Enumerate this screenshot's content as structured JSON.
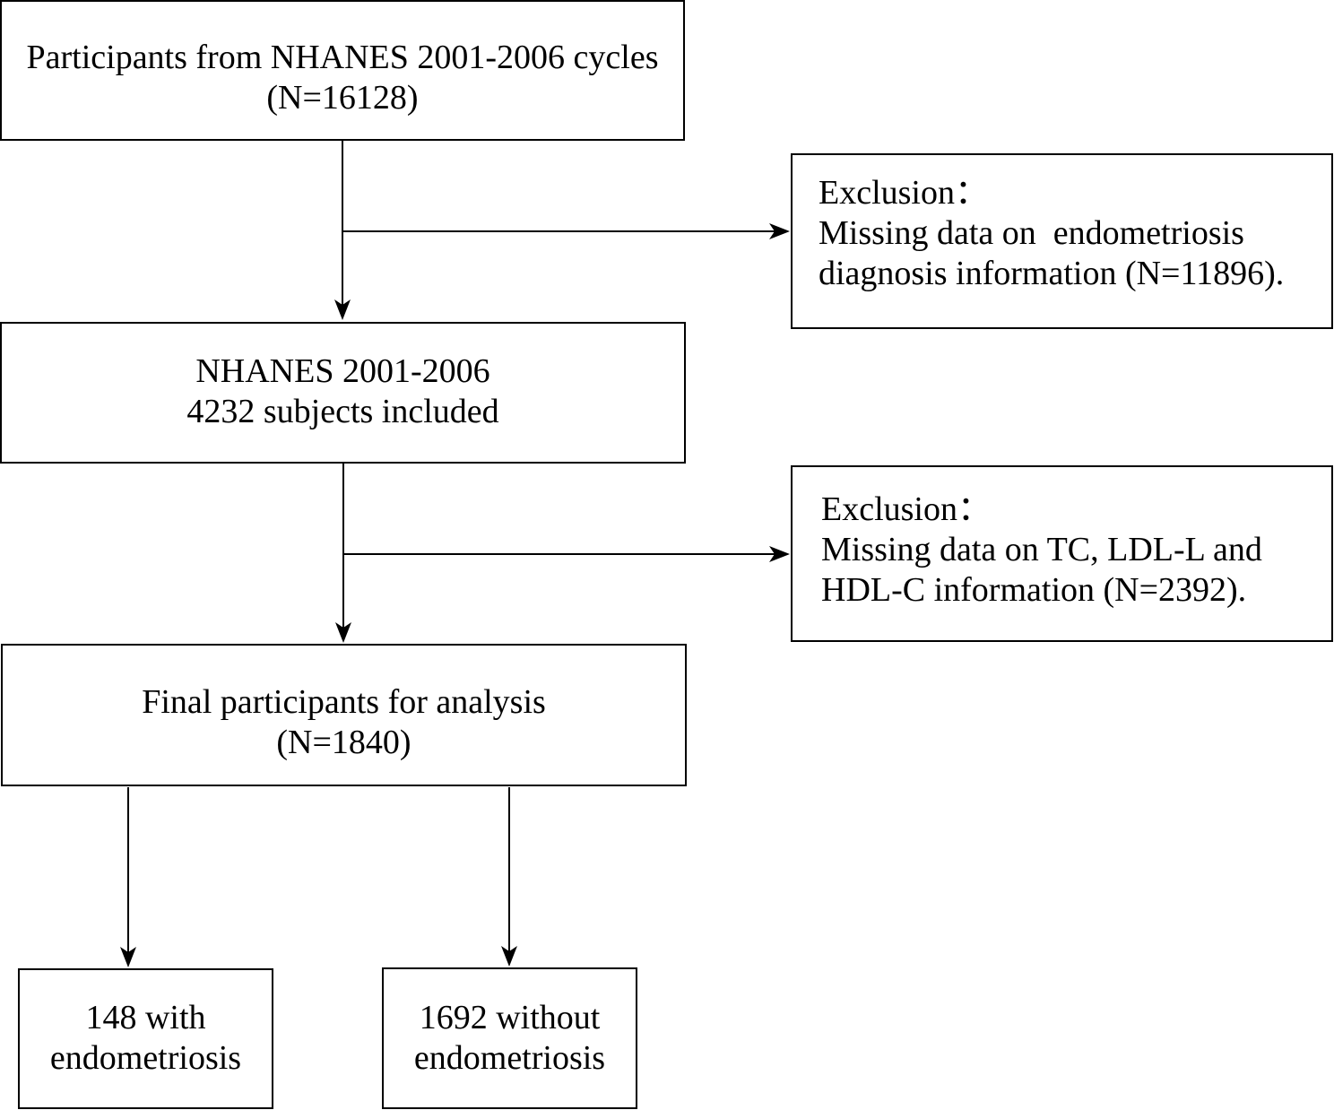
{
  "colors": {
    "line": "#000000",
    "background": "#ffffff"
  },
  "nodes": {
    "participants": {
      "lines": [
        "Participants from NHANES 2001-2006 cycles",
        "(N=16128)"
      ]
    },
    "exclusion_1": {
      "lines": [
        "Exclusion：",
        "Missing data on  endometriosis",
        "diagnosis information (N=11896)."
      ]
    },
    "included": {
      "lines": [
        "NHANES 2001-2006",
        "4232 subjects included"
      ]
    },
    "exclusion_2": {
      "lines": [
        "Exclusion：",
        "Missing data on TC, LDL-L and",
        "HDL-C information (N=2392)."
      ]
    },
    "final": {
      "lines": [
        "Final participants for analysis",
        "(N=1840)"
      ]
    },
    "with_endometriosis": {
      "lines": [
        "148 with",
        "endometriosis"
      ]
    },
    "without_endometriosis": {
      "lines": [
        "1692 without",
        "endometriosis"
      ]
    }
  }
}
